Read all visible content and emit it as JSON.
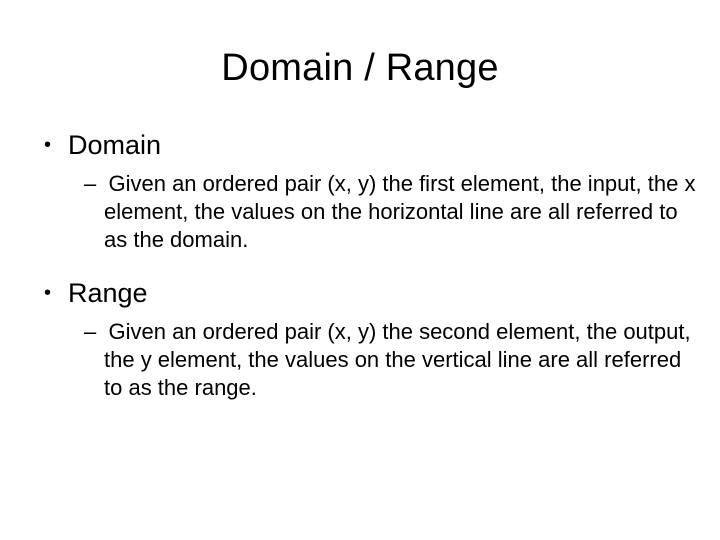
{
  "slide": {
    "title": "Domain / Range",
    "background_color": "#ffffff",
    "text_color": "#000000",
    "bullet_glyph": "•",
    "sub_bullet_glyph": "–",
    "blocks": [
      {
        "heading": "Domain",
        "detail": "Given an ordered pair (x, y) the first element, the input, the x element, the values on the horizontal line are all referred to as the domain."
      },
      {
        "heading": "Range",
        "detail": "Given an ordered pair (x, y) the second element, the output, the y element, the values on the vertical line are all referred to as the range."
      }
    ]
  }
}
